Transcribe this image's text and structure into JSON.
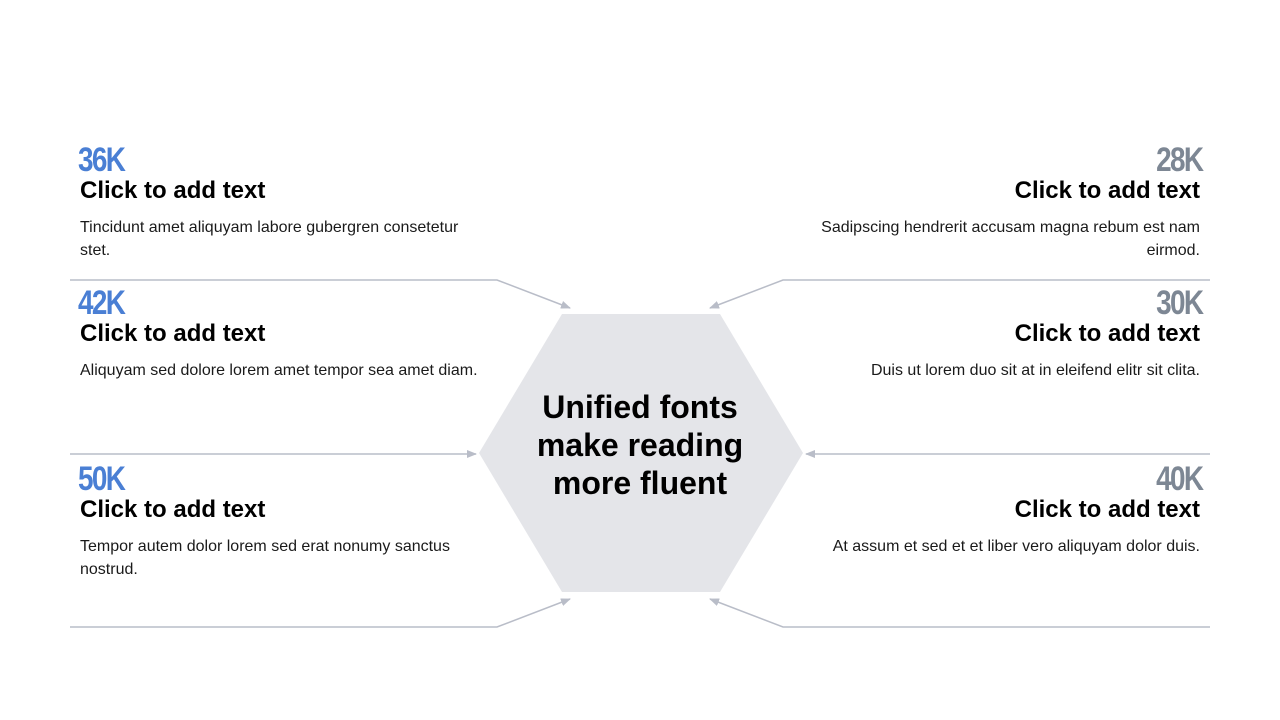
{
  "colors": {
    "left_stat": "#4a7fd4",
    "right_stat": "#7d8794",
    "hexagon": "#e4e5e9",
    "connector": "#b9bdc8"
  },
  "center": {
    "lines": [
      "Unified fonts",
      "make reading",
      "more fluent"
    ]
  },
  "items": [
    {
      "side": "left",
      "stat": "36K",
      "heading": "Click to add text",
      "description": "Tincidunt amet aliquyam labore gubergren consetetur stet."
    },
    {
      "side": "left",
      "stat": "42K",
      "heading": "Click to add text",
      "description": "Aliquyam sed dolore lorem amet tempor sea amet diam."
    },
    {
      "side": "left",
      "stat": "50K",
      "heading": "Click to add text",
      "description": "Tempor autem dolor lorem sed erat nonumy sanctus nostrud."
    },
    {
      "side": "right",
      "stat": "28K",
      "heading": "Click to add text",
      "description": "Sadipscing hendrerit accusam magna rebum est nam eirmod."
    },
    {
      "side": "right",
      "stat": "30K",
      "heading": "Click to add text",
      "description": "Duis ut lorem duo sit at in eleifend elitr sit clita."
    },
    {
      "side": "right",
      "stat": "40K",
      "heading": "Click to add text",
      "description": "At assum et sed et et liber vero aliquyam dolor duis."
    }
  ]
}
